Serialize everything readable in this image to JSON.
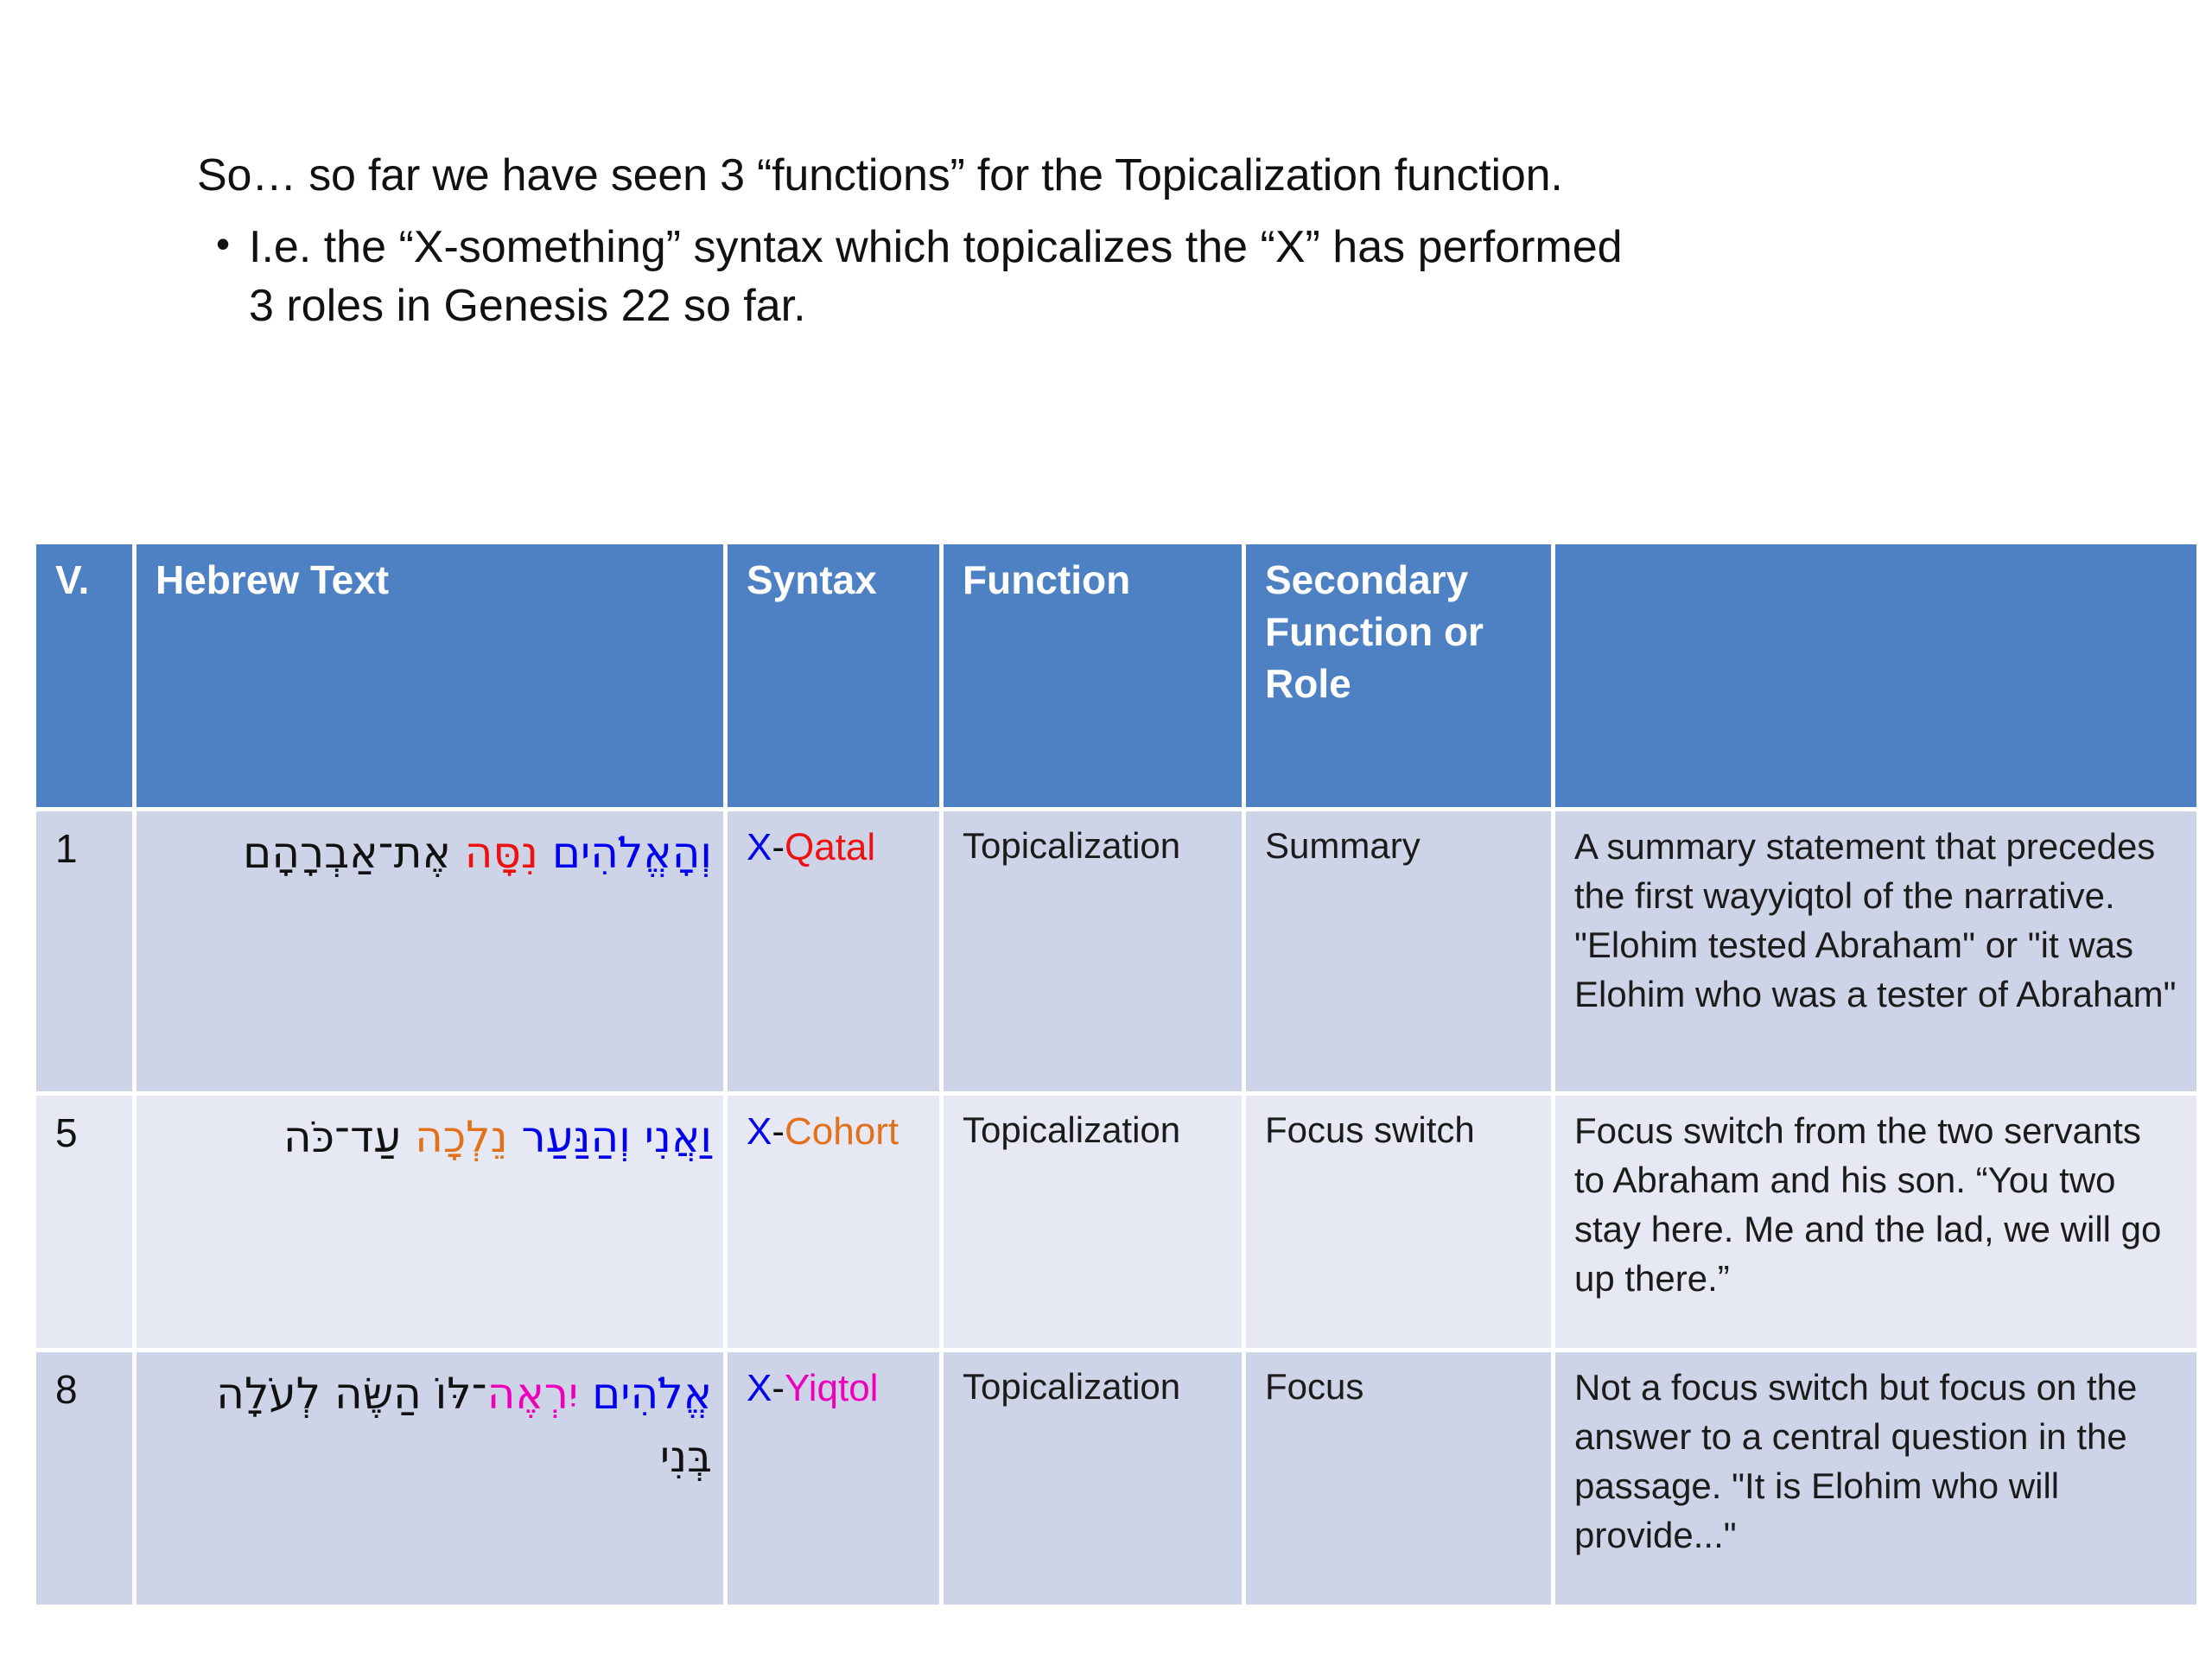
{
  "slide": {
    "intro_line": "So… so far we have seen 3 “functions” for the Topicalization function.",
    "bullet_marker": "•",
    "bullet_line_1": "I.e. the “X-something” syntax which topicalizes the “X” has performed",
    "bullet_line_2": "3 roles in Genesis 22 so far."
  },
  "table": {
    "headers": {
      "verse": "V.",
      "hebrew": "Hebrew Text",
      "syntax": "Syntax",
      "function": "Function",
      "secondary": "Secondary Function or Role",
      "notes": ""
    },
    "rows": [
      {
        "verse": "1",
        "hebrew_tokens": [
          {
            "text": "וְהָאֱלֹהִים",
            "color": "blue"
          },
          {
            "text": "נִסָּה",
            "color": "red"
          },
          {
            "text": "אֶת־אַבְרָהָם",
            "color": "black"
          }
        ],
        "hebrew_plain": "וְהָאֱלֹהִים נִסָּה אֶת־אַבְרָהָם",
        "syntax_prefix": "X-",
        "syntax_suffix": "Qatal",
        "syntax_suffix_color": "red",
        "function": "Topicalization",
        "secondary": "Summary",
        "notes": "A summary statement that precedes the first wayyiqtol of the narrative. \"Elohim tested Abraham\" or \"it was Elohim who was a tester of Abraham\""
      },
      {
        "verse": "5",
        "hebrew_tokens": [
          {
            "text": "וַאֲנִי וְהַנַּעַר",
            "color": "blue"
          },
          {
            "text": "נֵלְכָה",
            "color": "orange"
          },
          {
            "text": "עַד־כֹּה",
            "color": "black"
          }
        ],
        "hebrew_plain": "וַאֲנִי וְהַנַּעַר נֵלְכָה עַד־כֹּה",
        "syntax_prefix": "X-",
        "syntax_suffix": "Cohort",
        "syntax_suffix_color": "orange",
        "function": "Topicalization",
        "secondary": "Focus switch",
        "notes": "Focus switch from the two servants to Abraham and his son. “You two stay here. Me and the lad, we will go up there.”"
      },
      {
        "verse": "8",
        "hebrew_tokens": [
          {
            "text": "אֱלֹהִים",
            "color": "blue"
          },
          {
            "text": "יִרְאֶה",
            "color": "magenta"
          },
          {
            "text": "־לּוֹ הַשֶּׂה לְעֹלָה בְּנִי",
            "color": "black"
          }
        ],
        "hebrew_plain": "אֱלֹהִים יִרְאֶה־לּוֹ הַשֶּׂה לְעֹלָה בְּנִי",
        "syntax_prefix": "X-",
        "syntax_suffix": "Yiqtol",
        "syntax_suffix_color": "magenta",
        "function": "Topicalization",
        "secondary": "Focus",
        "notes": "Not a focus switch but focus on the answer to a central question in the passage. \"It is Elohim who will provide...\""
      }
    ]
  },
  "colors": {
    "header_blue": "#4e81c3",
    "row_dark": "#ced4e7",
    "row_light": "#e6e9f3",
    "token_blue": "#0000ee",
    "token_red": "#ee1111",
    "token_orange": "#e3711b",
    "token_magenta": "#ee00bb",
    "token_black": "#111111"
  }
}
